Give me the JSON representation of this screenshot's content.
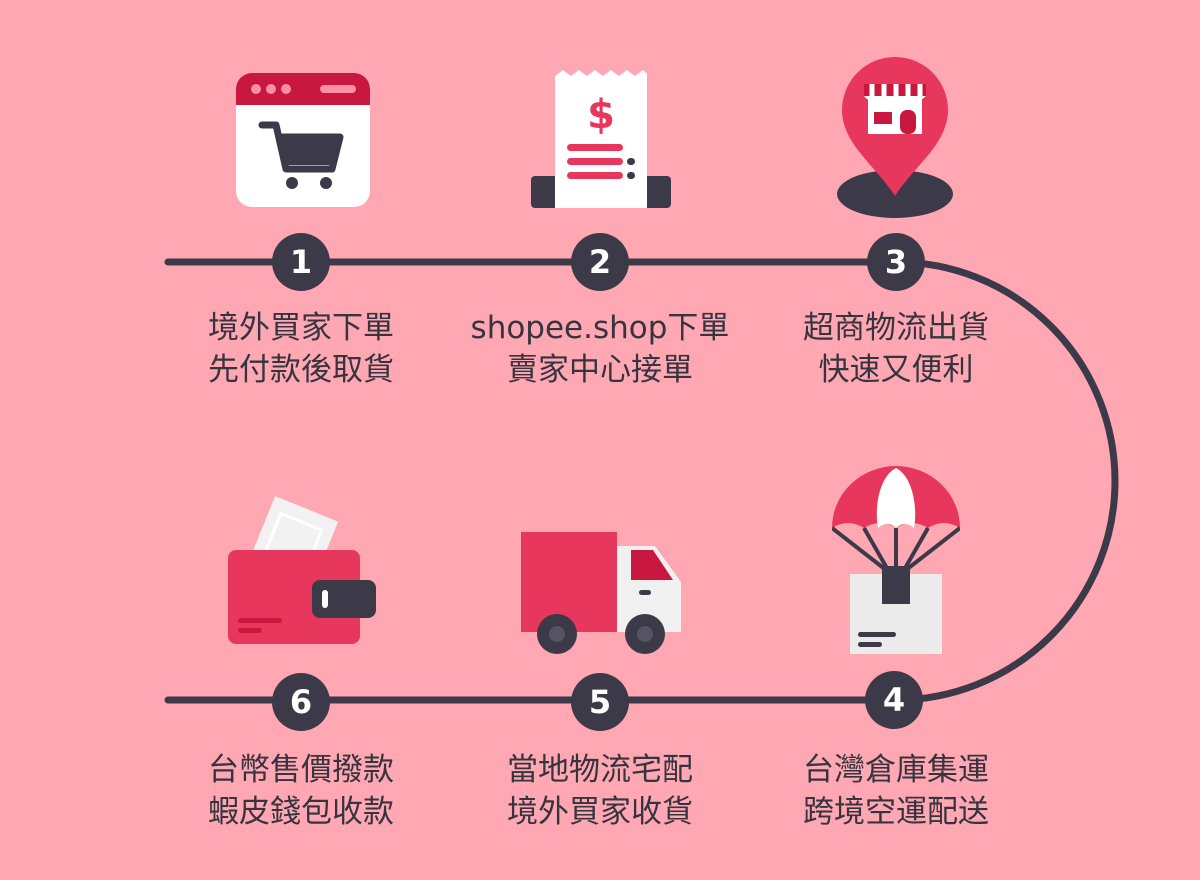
{
  "colors": {
    "background": "#ffa8b3",
    "accent": "#e8375c",
    "dark": "#3c3a48",
    "light": "#f2f2f2"
  },
  "steps": [
    {
      "number": "1",
      "icon": "shopping-cart-browser-icon",
      "line1": "境外買家下單",
      "line2": "先付款後取貨"
    },
    {
      "number": "2",
      "icon": "receipt-dollar-icon",
      "line1": "shopee.shop下單",
      "line2": "賣家中心接單"
    },
    {
      "number": "3",
      "icon": "store-location-pin-icon",
      "line1": "超商物流出貨",
      "line2": "快速又便利"
    },
    {
      "number": "4",
      "icon": "parachute-package-icon",
      "line1": "台灣倉庫集運",
      "line2": "跨境空運配送"
    },
    {
      "number": "5",
      "icon": "delivery-truck-icon",
      "line1": "當地物流宅配",
      "line2": "境外買家收貨"
    },
    {
      "number": "6",
      "icon": "wallet-icon",
      "line1": "台幣售價撥款",
      "line2": "蝦皮錢包收款"
    }
  ]
}
